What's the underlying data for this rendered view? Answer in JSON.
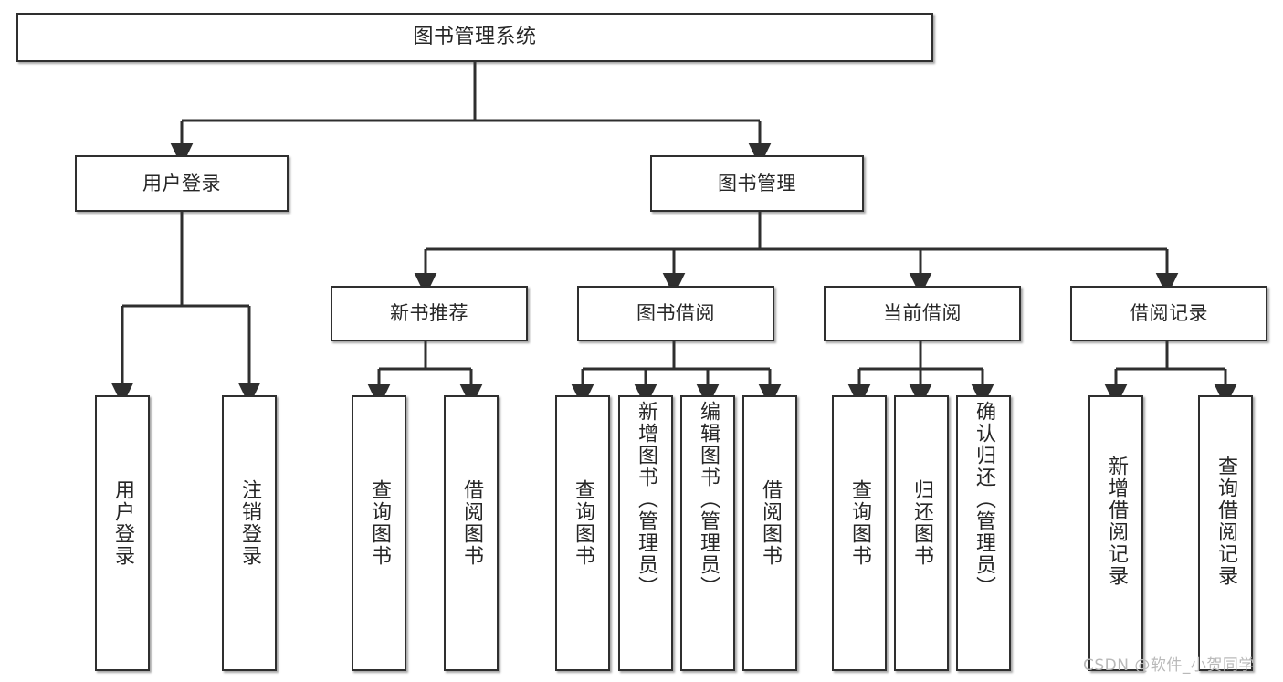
{
  "diagram": {
    "type": "tree-hierarchy",
    "title": "图书管理系统",
    "levels": 4,
    "root": {
      "label": "图书管理系统"
    },
    "level2": [
      {
        "label": "用户登录"
      },
      {
        "label": "图书管理"
      }
    ],
    "level3": [
      {
        "label": "新书推荐"
      },
      {
        "label": "图书借阅"
      },
      {
        "label": "当前借阅"
      },
      {
        "label": "借阅记录"
      }
    ],
    "leaves": {
      "user_login": [
        {
          "label": "用户登录"
        },
        {
          "label": "注销登录"
        }
      ],
      "new_book_recommend": [
        {
          "label": "查询图书"
        },
        {
          "label": "借阅图书"
        }
      ],
      "book_borrow": [
        {
          "label": "查询图书"
        },
        {
          "label": "新增图书（管理员）"
        },
        {
          "label": "编辑图书（管理员）"
        },
        {
          "label": "借阅图书"
        }
      ],
      "current_borrow": [
        {
          "label": "查询图书"
        },
        {
          "label": "归还图书"
        },
        {
          "label": "确认归还（管理员）"
        }
      ],
      "borrow_record": [
        {
          "label": "新增借阅记录"
        },
        {
          "label": "查询借阅记录"
        }
      ]
    }
  },
  "watermark": {
    "text": "CSDN @软件_小贺同学"
  },
  "colors": {
    "stroke": "#2f2f2f",
    "fill": "#ffffff",
    "text": "#262626",
    "watermark": "#b9b9b9"
  }
}
